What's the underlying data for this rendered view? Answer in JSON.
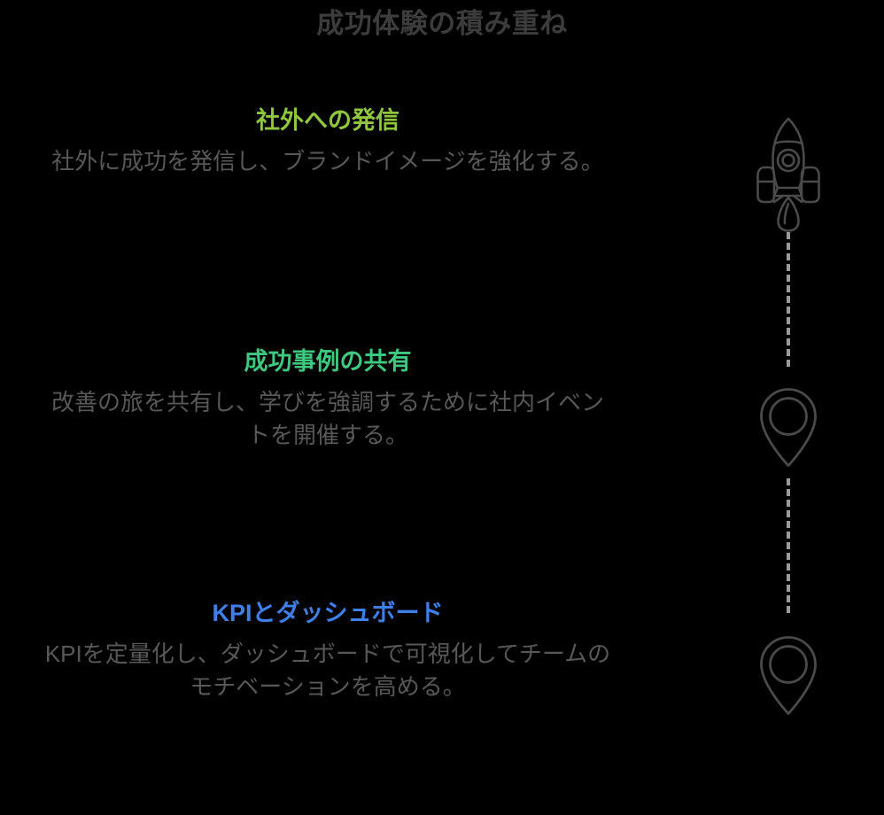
{
  "title": "成功体験の積み重ね",
  "colors": {
    "background": "#000000",
    "title": "#3c3c3c",
    "body_text": "#585858",
    "rail": "#4a4a4a",
    "dash": "#9a9a9a",
    "step_1_heading": "#8fc63d",
    "step_2_heading": "#3fc880",
    "step_3_heading": "#3f7fe8"
  },
  "steps": [
    {
      "heading": "社外への発信",
      "body": "社外に成功を発信し、ブランドイメージを強化する。",
      "icon": "rocket-icon",
      "color": "#8fc63d"
    },
    {
      "heading": "成功事例の共有",
      "body": "改善の旅を共有し、学びを強調するために社内イベントを開催する。",
      "icon": "map-pin-icon",
      "color": "#3fc880"
    },
    {
      "heading": "KPIとダッシュボード",
      "body": "KPIを定量化し、ダッシュボードで可視化してチームのモチベーションを高める。",
      "icon": "map-pin-icon",
      "color": "#3f7fe8"
    }
  ]
}
